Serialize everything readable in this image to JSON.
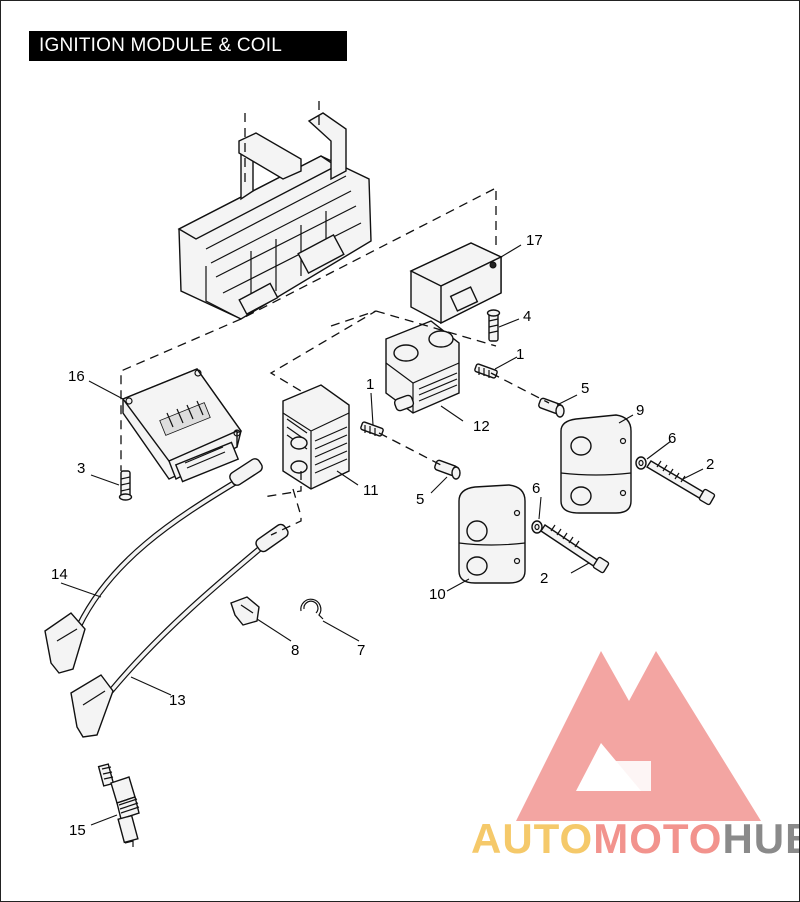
{
  "diagram": {
    "title": "IGNITION MODULE & COIL",
    "callouts": [
      {
        "id": "c17",
        "label": "17"
      },
      {
        "id": "c4",
        "label": "4"
      },
      {
        "id": "c1a",
        "label": "1"
      },
      {
        "id": "c1b",
        "label": "1"
      },
      {
        "id": "c5a",
        "label": "5"
      },
      {
        "id": "c5b",
        "label": "5"
      },
      {
        "id": "c9",
        "label": "9"
      },
      {
        "id": "c6a",
        "label": "6"
      },
      {
        "id": "c6b",
        "label": "6"
      },
      {
        "id": "c2a",
        "label": "2"
      },
      {
        "id": "c2b",
        "label": "2"
      },
      {
        "id": "c16",
        "label": "16"
      },
      {
        "id": "c12",
        "label": "12"
      },
      {
        "id": "c11",
        "label": "11"
      },
      {
        "id": "c3",
        "label": "3"
      },
      {
        "id": "c10",
        "label": "10"
      },
      {
        "id": "c14",
        "label": "14"
      },
      {
        "id": "c8",
        "label": "8"
      },
      {
        "id": "c7",
        "label": "7"
      },
      {
        "id": "c13",
        "label": "13"
      },
      {
        "id": "c15",
        "label": "15"
      }
    ]
  },
  "watermark": {
    "text_part1": "AUTO",
    "text_part2": "MOTO",
    "text_part3": "HUB",
    "colors": {
      "logo": "#f08a86",
      "auto": "#f5c96a",
      "moto": "#f2938d",
      "hub": "#8a8a8a"
    }
  }
}
